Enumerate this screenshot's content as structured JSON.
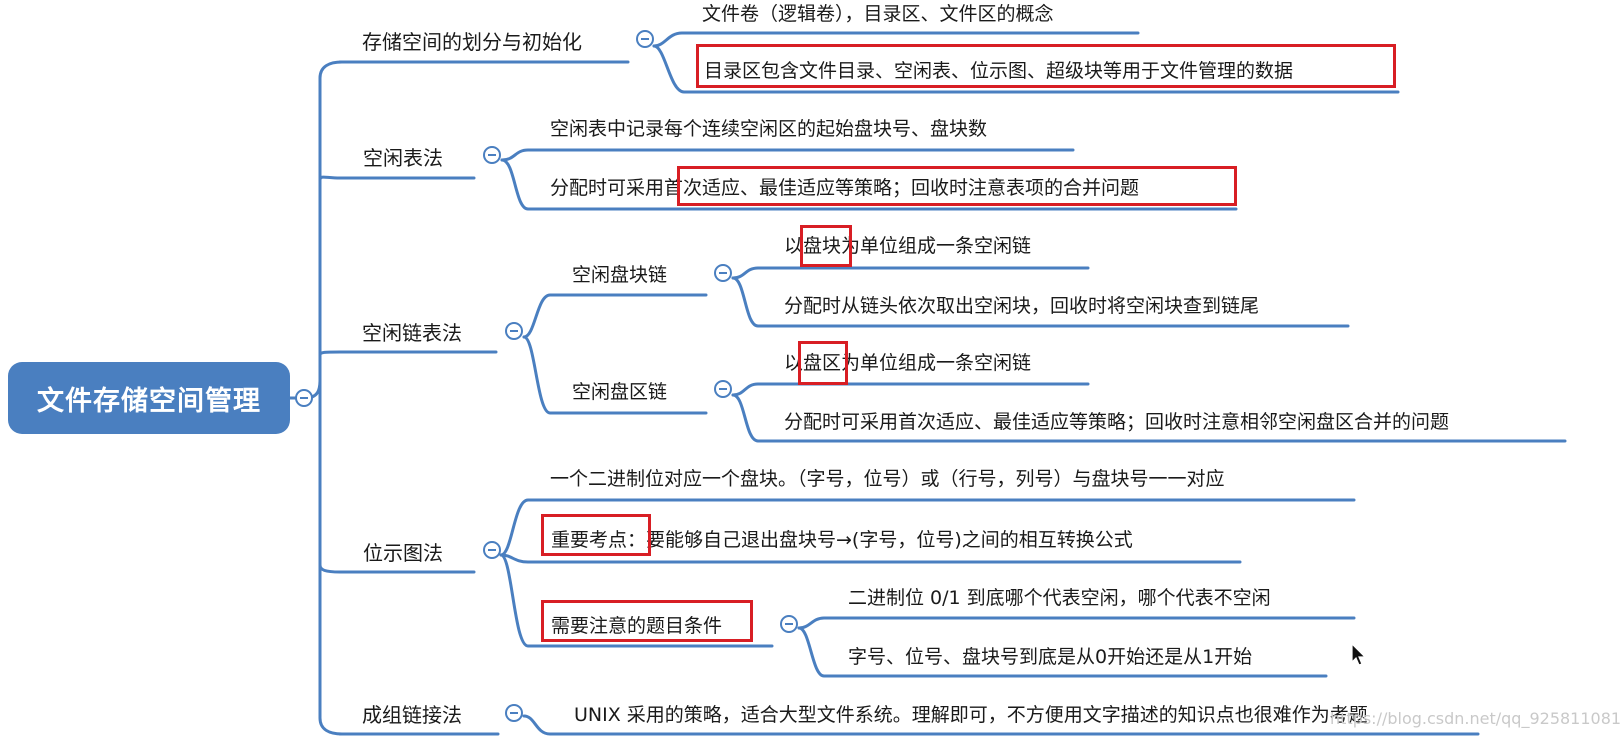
{
  "root": "文件存储空间管理",
  "branches": {
    "b1": {
      "label": "存储空间的划分与初始化",
      "items": [
        "文件卷（逻辑卷），目录区、文件区的概念",
        "目录区包含文件目录、空闲表、位示图、超级块等用于文件管理的数据"
      ]
    },
    "b2": {
      "label": "空闲表法",
      "items": [
        "空闲表中记录每个连续空闲区的起始盘块号、盘块数",
        "分配时可采用首次适应、最佳适应等策略；回收时注意表项的合并问题"
      ]
    },
    "b3": {
      "label": "空闲链表法",
      "sub1": {
        "label": "空闲盘块链",
        "items": [
          "以盘块为单位组成一条空闲链",
          "分配时从链头依次取出空闲块，回收时将空闲块查到链尾"
        ]
      },
      "sub2": {
        "label": "空闲盘区链",
        "items": [
          "以盘区为单位组成一条空闲链",
          "分配时可采用首次适应、最佳适应等策略；回收时注意相邻空闲盘区合并的问题"
        ]
      }
    },
    "b4": {
      "label": "位示图法",
      "items": [
        "一个二进制位对应一个盘块。（字号，位号）或（行号，列号）与盘块号一一对应",
        "重要考点：要能够自己退出盘块号→(字号，位号)之间的相互转换公式"
      ],
      "sub": {
        "label": "需要注意的题目条件",
        "items": [
          "二进制位 0/1 到底哪个代表空闲，哪个代表不空闲",
          "字号、位号、盘块号到底是从0开始还是从1开始"
        ]
      }
    },
    "b5": {
      "label": "成组链接法",
      "items": [
        "UNIX 采用的策略，适合大型文件系统。理解即可，不方便用文字描述的知识点也很难作为考题"
      ]
    }
  },
  "watermark": "https://blog.csdn.net/qq_925811081",
  "colors": {
    "line": "#4a7fc0",
    "root_bg": "#4a7fc0",
    "highlight": "#d81e24"
  }
}
